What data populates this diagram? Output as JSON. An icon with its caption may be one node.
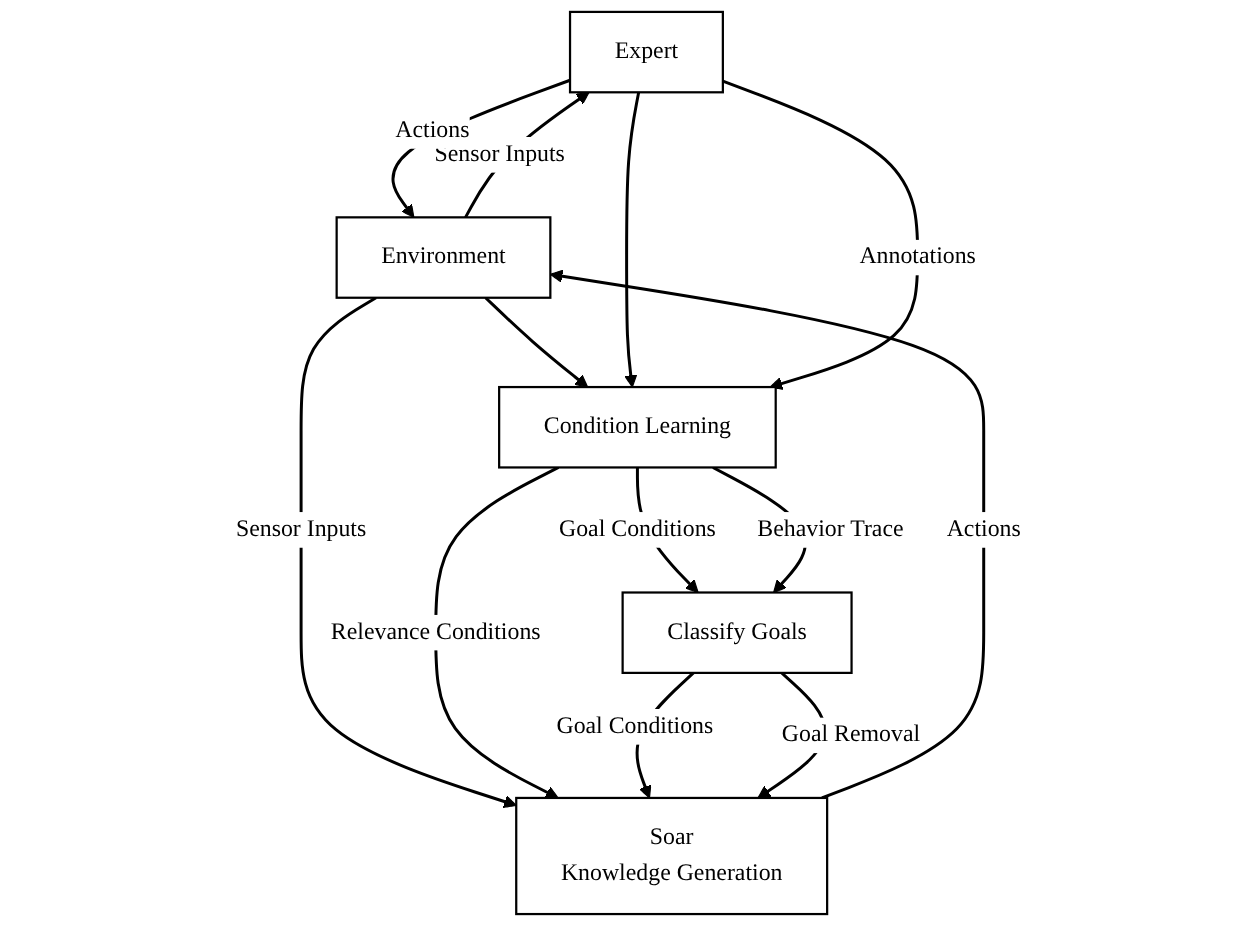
{
  "diagram": {
    "nodes": [
      {
        "text": [
          "Expert"
        ]
      },
      {
        "text": [
          "Environment"
        ]
      },
      {
        "text": [
          "Condition Learning"
        ]
      },
      {
        "text": [
          "Soar",
          "Knowledge Generation"
        ]
      },
      {
        "text": [
          "Classify Goals"
        ]
      }
    ],
    "edges": [
      {
        "from": 1,
        "to": 0,
        "arrow": "to",
        "label": "Sensor Inputs"
      },
      {
        "from": 1,
        "to": 2,
        "arrow": "to"
      },
      {
        "from": 0,
        "to": 1,
        "arrow": "to",
        "label": "Actions"
      },
      {
        "from": 0,
        "to": 2,
        "arrow": "to"
      },
      {
        "from": 0,
        "to": 2,
        "arrow": "to",
        "label": "Annotations"
      },
      {
        "from": 1,
        "to": 3,
        "arrow": "to",
        "label": "Sensor Inputs"
      },
      {
        "from": 3,
        "to": 1,
        "arrow": "to",
        "label": "Actions"
      },
      {
        "from": 2,
        "to": 3,
        "arrow": "to",
        "label": "Relevance Conditions"
      },
      {
        "from": 2,
        "to": 4,
        "arrow": "to",
        "label": "Goal Conditions"
      },
      {
        "from": 2,
        "to": 4,
        "arrow": "to",
        "label": "Behavior Trace"
      },
      {
        "from": 4,
        "to": 3,
        "arrow": "to",
        "label": "Goal Conditions"
      },
      {
        "from": 4,
        "to": 3,
        "arrow": "to",
        "label": "Goal Removal"
      }
    ]
  }
}
